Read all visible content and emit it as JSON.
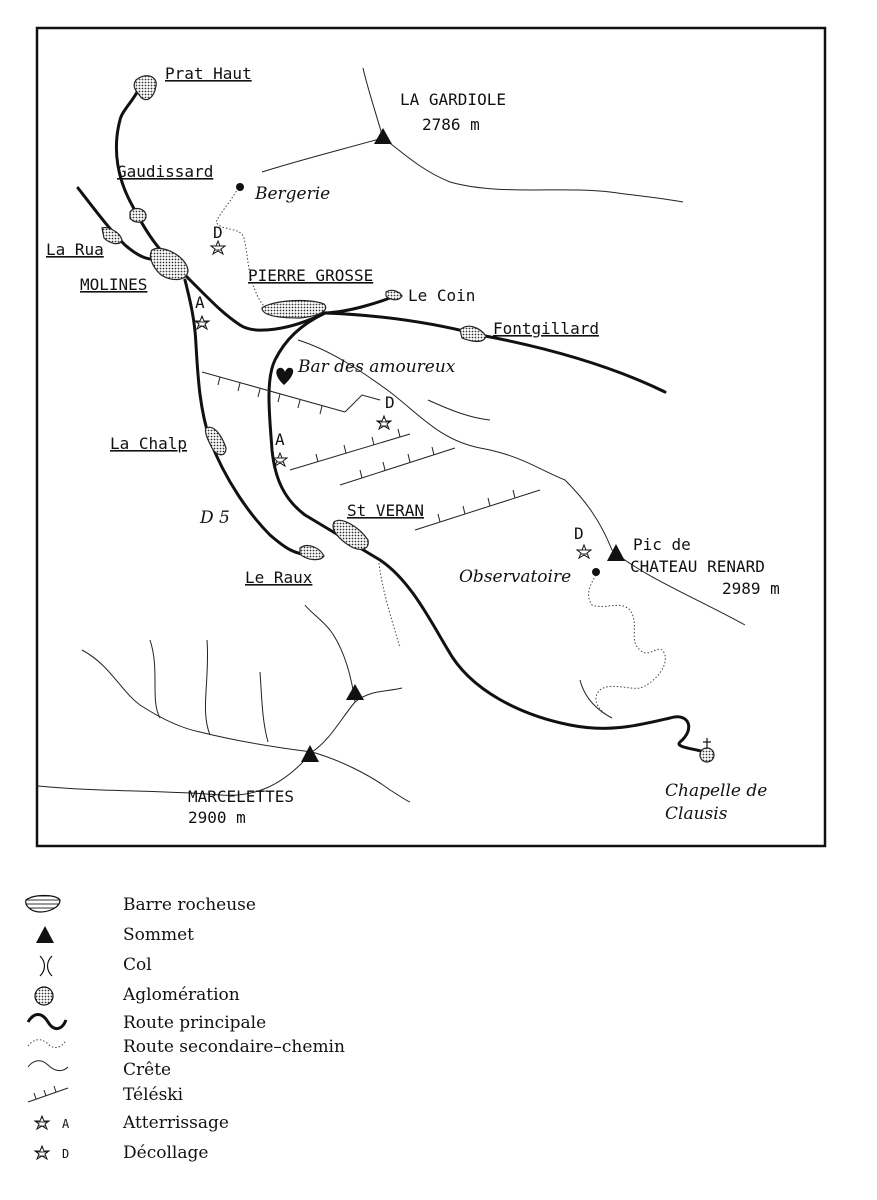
{
  "map": {
    "labels": {
      "prat_haut": "Prat Haut",
      "la_gardiole": "LA GARDIOLE",
      "la_gardiole_alt": "2786 m",
      "gaudissard": "Gaudissard",
      "bergerie": "Bergerie",
      "la_rua": "La Rua",
      "molines": "MOLINES",
      "pierre_grosse": "PIERRE GROSSE",
      "le_coin": "Le Coin",
      "fontgillard": "Fontgillard",
      "bar_des_amoureux": "Bar des amoureux",
      "la_chalp": "La Chalp",
      "d5": "D 5",
      "st_veran": "St VERAN",
      "le_raux": "Le Raux",
      "pic_de": "Pic de",
      "chateau_renard": "CHATEAU RENARD",
      "chateau_renard_alt": "2989 m",
      "observatoire": "Observatoire",
      "marcelettes": "MARCELETTES",
      "marcelettes_alt": "2900 m",
      "chapelle_line1": "Chapelle de",
      "chapelle_line2": "Clausis",
      "marker_a": "A",
      "marker_d": "D"
    }
  },
  "legend": {
    "items": [
      {
        "symbol": "barre-rocheuse-icon",
        "label": "Barre rocheuse"
      },
      {
        "symbol": "sommet-icon",
        "label": "Sommet"
      },
      {
        "symbol": "col-icon",
        "label": "Col"
      },
      {
        "symbol": "agglomeration-icon",
        "label": "Aglomération"
      },
      {
        "symbol": "route-principale-icon",
        "label": "Route principale"
      },
      {
        "symbol": "route-secondaire-icon",
        "label": "Route secondaire–chemin"
      },
      {
        "symbol": "crete-icon",
        "label": "Crête"
      },
      {
        "symbol": "teleski-icon",
        "label": "Téléski"
      },
      {
        "symbol": "atterrissage-icon",
        "label": "Atterrissage",
        "letter": "A"
      },
      {
        "symbol": "decollage-icon",
        "label": "Décollage",
        "letter": "D"
      }
    ]
  }
}
